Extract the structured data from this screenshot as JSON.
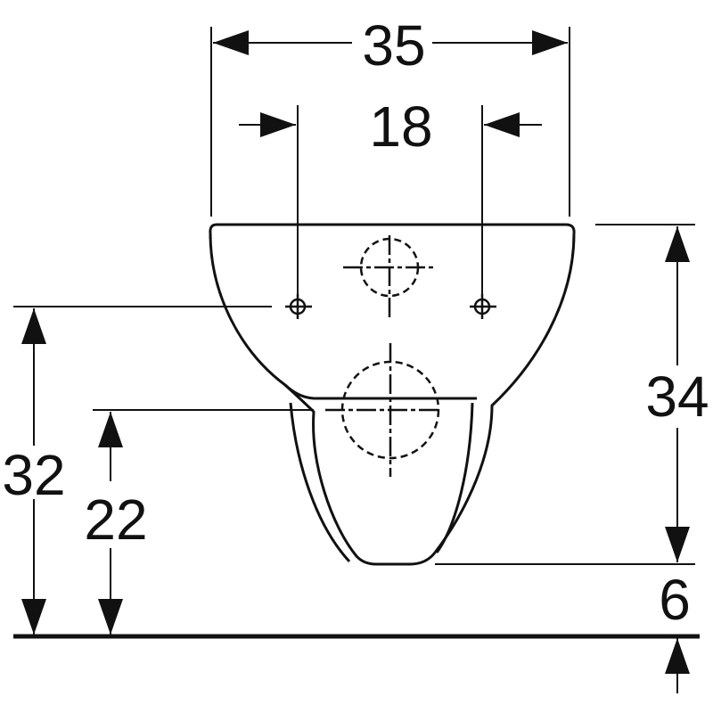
{
  "colors": {
    "ink": "#111111",
    "background": "#ffffff"
  },
  "dimensions": {
    "overall_width": "35",
    "fixing_spacing": "18",
    "overall_height": "34",
    "fixing_height": "32",
    "waste_height": "22",
    "floor_clearance": "6"
  }
}
